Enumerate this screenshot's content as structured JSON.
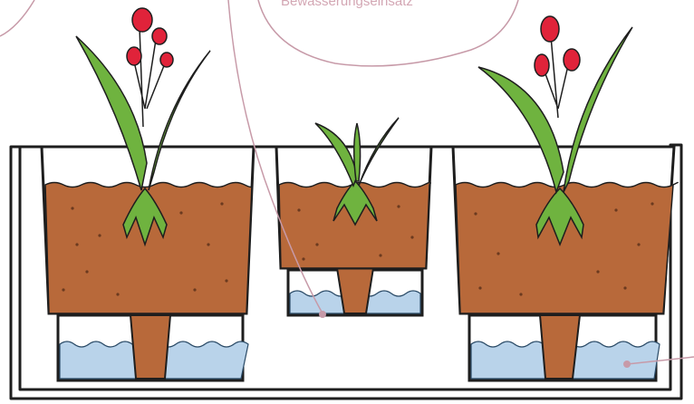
{
  "callouts": {
    "top_center_label": "Bewässerungseinsatz"
  },
  "colors": {
    "soil": "#b8693a",
    "soil_dots": "#6b3a1f",
    "water": "#b9d3ea",
    "stem_leaf": "#6fb33f",
    "flower": "#e0233a",
    "outline": "#1e1e1e",
    "callout_line": "#c79aa8"
  },
  "icons": [
    "planter-box",
    "plant-pot",
    "flower-plant",
    "water-reservoir",
    "wick-cone"
  ]
}
